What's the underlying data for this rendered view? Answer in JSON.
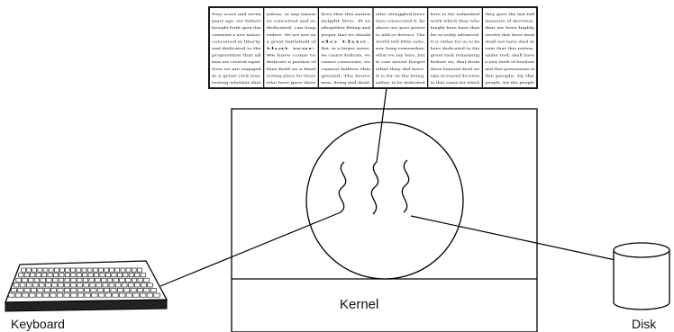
{
  "labels": {
    "kernel": "Kernel",
    "keyboard": "Keyboard",
    "disk": "Disk"
  },
  "document": {
    "columns": [
      [
        "Four score and seven",
        "years ago, our fathers",
        "brought forth upon this",
        "continent a new nation:",
        "conceived in liberty,",
        "and dedicated to the",
        "proposition that all",
        "men are created equal.",
        "Now we are engaged",
        "in a great civil war,",
        "testing whether that"
      ],
      [
        "nation, or any nation",
        "so conceived and so",
        "dedicated, can long",
        "endure. We are met on",
        "a great battlefield of",
        "that war.",
        "We have come to",
        "dedicate a portion of",
        "that field as a final",
        "resting place for those",
        "who here gave their"
      ],
      [
        "lives that this nation",
        "might live. It is",
        "altogether fitting and",
        "proper that we should",
        "do this.",
        "But, in a larger sense,",
        "we cannot dedicate, we",
        "cannot consecrate, we",
        "cannot hallow this",
        "ground. The brave",
        "men, living and dead,"
      ],
      [
        "who struggled here",
        "have consecrated it, far",
        "above our poor power",
        "to add or detract. The",
        "world will little note,",
        "nor long remember,",
        "what we say here, but",
        "it can never forget",
        "what they did here.",
        "It is for us the living,",
        "rather, to be dedicated"
      ],
      [
        "here to the unfinished",
        "work which they who",
        "fought here have thus",
        "far so nobly advanced.",
        "It is rather for us to be",
        "here dedicated to the",
        "great task remaining",
        "before us, that from",
        "these honored dead we",
        "take increased devotion",
        "to that cause for which"
      ],
      [
        "they gave the last full",
        "measure of devotion,",
        "that we here highly",
        "resolve that these dead",
        "shall not have died in",
        "vain that this nation,",
        "under God, shall have",
        "a new birth of freedom",
        "and that government of",
        "the people, by the",
        "people, for the people"
      ]
    ]
  }
}
